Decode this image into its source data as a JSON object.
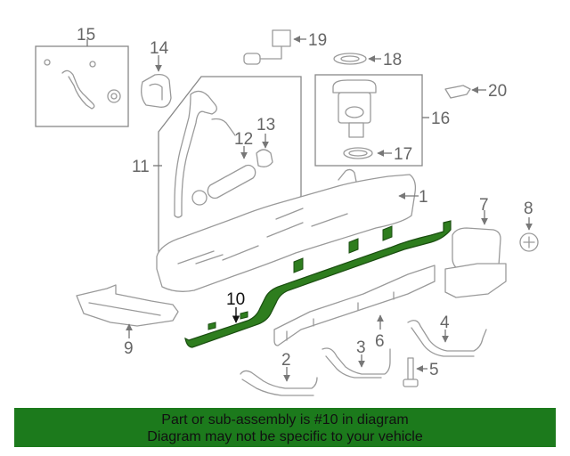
{
  "diagram": {
    "callouts": [
      "1",
      "2",
      "3",
      "4",
      "5",
      "6",
      "7",
      "8",
      "9",
      "10",
      "11",
      "12",
      "13",
      "14",
      "15",
      "16",
      "17",
      "18",
      "19",
      "20"
    ],
    "highlighted_part": "10",
    "highlight_color": "#2e7d1e",
    "line_color": "#9a9a9a"
  },
  "banner": {
    "line1": "Part or sub-assembly is #10 in diagram",
    "line2": "Diagram may not be specific to your vehicle",
    "background": "#1c7a1c"
  }
}
